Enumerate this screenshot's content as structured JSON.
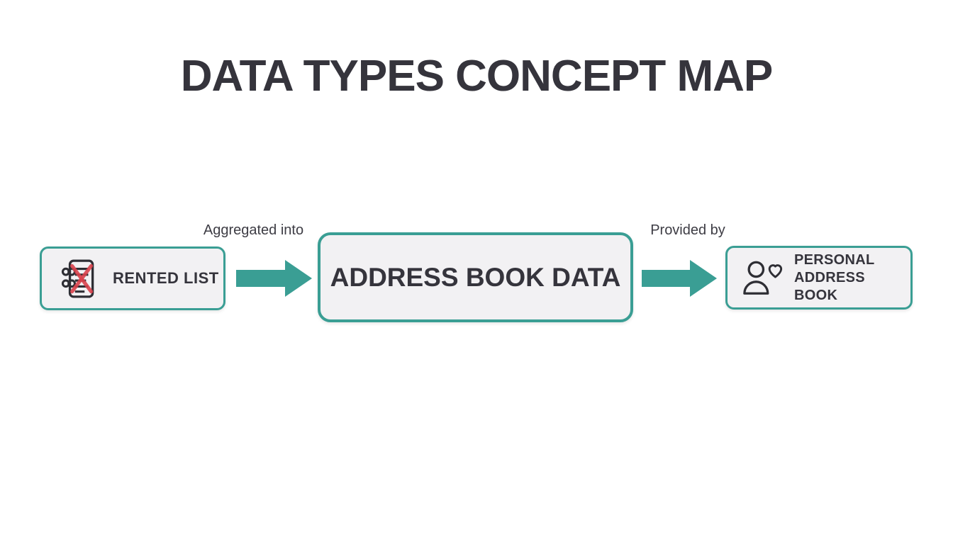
{
  "title": "DATA TYPES CONCEPT MAP",
  "diagram": {
    "nodes": [
      {
        "label": "RENTED LIST",
        "icon": "crossed-out-list-icon"
      },
      {
        "label": "ADDRESS BOOK DATA"
      },
      {
        "label_lines": [
          "PERSONAL",
          "ADDRESS BOOK"
        ],
        "icon": "person-heart-icon"
      }
    ],
    "edge_labels": [
      "Aggregated into",
      "Provided by"
    ]
  },
  "colors": {
    "teal": "#3A9E94",
    "node-fill": "#F2F1F3",
    "node-border": "#3A9E94",
    "text-dark": "#35343C",
    "label-text": "#3D3C44",
    "icon-stroke": "#2E2E34",
    "cross-red": "#D9414B"
  }
}
